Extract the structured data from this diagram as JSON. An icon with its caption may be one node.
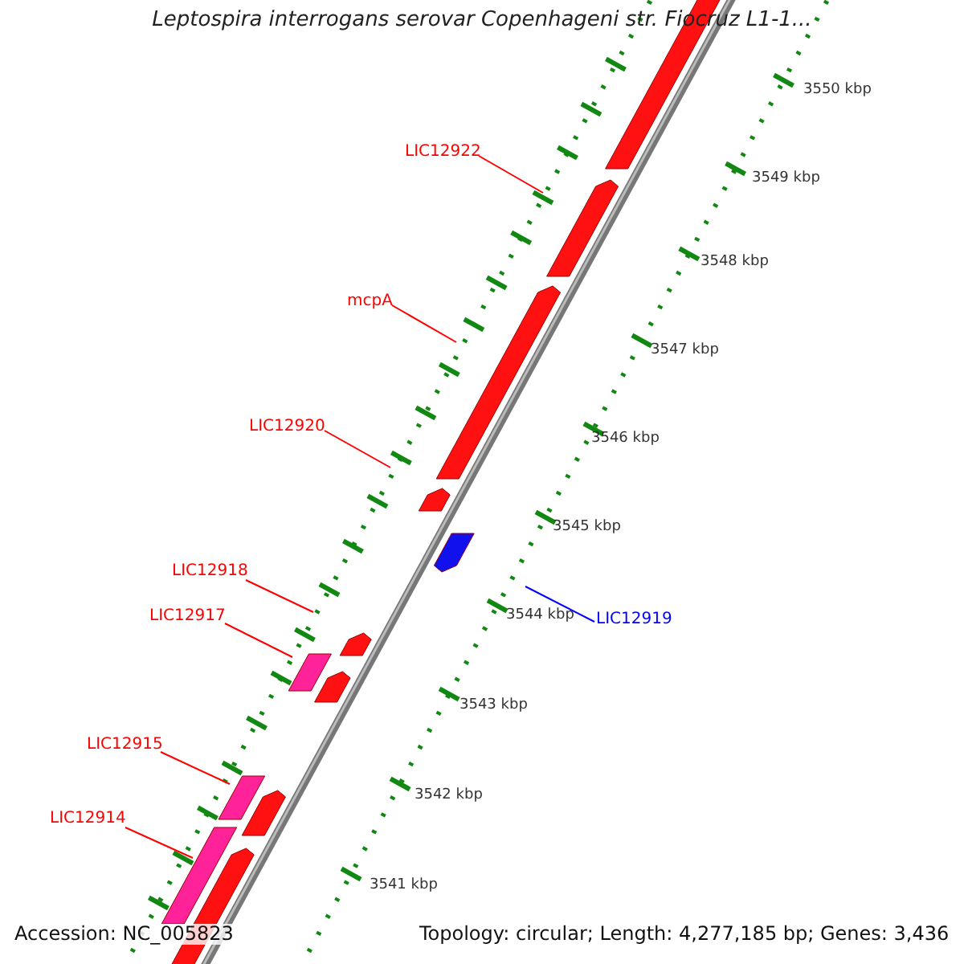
{
  "diagram": {
    "title": "Leptospira interrogans serovar Copenhageni str. Fiocruz L1-1...",
    "nodes": [
      {
        "text": [
          "LIC12922"
        ]
      },
      {
        "text": [
          "mcpA"
        ]
      },
      {
        "text": [
          "LIC12920"
        ]
      },
      {
        "text": [
          "LIC12918"
        ]
      },
      {
        "text": [
          "LIC12917"
        ]
      },
      {
        "text": [
          "LIC12919"
        ]
      },
      {
        "text": [
          "LIC12915"
        ]
      },
      {
        "text": [
          "LIC12914"
        ]
      }
    ],
    "edges": [
      {
        "from": 0,
        "to": null,
        "arrow": "none"
      },
      {
        "from": 1,
        "to": null,
        "arrow": "none"
      },
      {
        "from": 2,
        "to": null,
        "arrow": "none"
      },
      {
        "from": 3,
        "to": null,
        "arrow": "none"
      },
      {
        "from": 4,
        "to": null,
        "arrow": "none"
      },
      {
        "from": 5,
        "to": null,
        "arrow": "none",
        "color": "#0000ff"
      },
      {
        "from": 6,
        "to": null,
        "arrow": "none"
      },
      {
        "from": 7,
        "to": null,
        "arrow": "none"
      }
    ],
    "labels": [
      "3550 kbp",
      "3549 kbp",
      "3548 kbp",
      "3547 kbp",
      "3546 kbp",
      "3545 kbp",
      "3544 kbp",
      "3543 kbp",
      "3542 kbp",
      "3541 kbp",
      "Accession: NC_005823",
      "Topology: circular; Length: 4,277,185 bp; Genes: 3,436"
    ]
  }
}
